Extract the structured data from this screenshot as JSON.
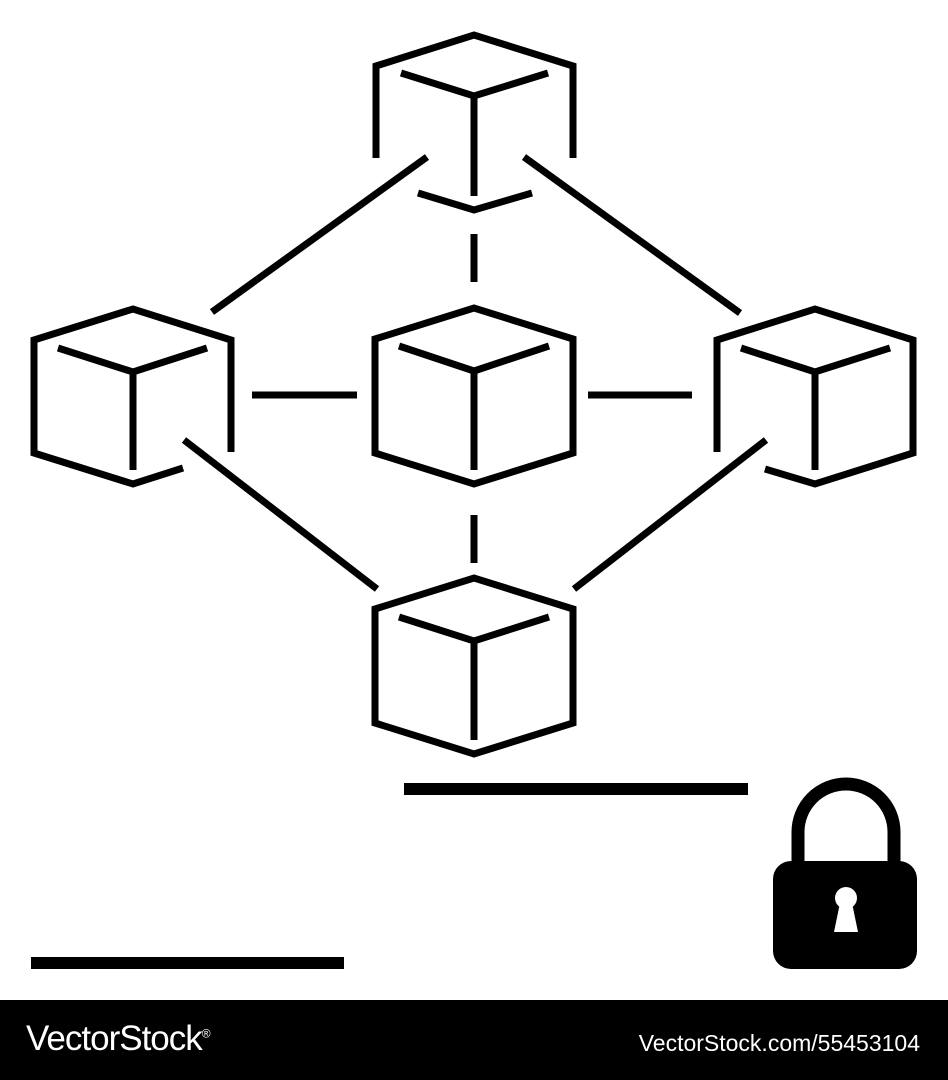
{
  "diagram": {
    "description_nodes": [
      "cube-top",
      "cube-left",
      "cube-center",
      "cube-right",
      "cube-bottom"
    ],
    "icons": [
      "cube-icon",
      "padlock-icon"
    ],
    "colors": {
      "stroke": "#000000",
      "background": "#ffffff",
      "footer_bg": "#000000",
      "footer_text": "#ffffff"
    }
  },
  "footer": {
    "logo": "VectorStock",
    "logo_mark": "®",
    "image_id": "VectorStock.com/55453104"
  }
}
